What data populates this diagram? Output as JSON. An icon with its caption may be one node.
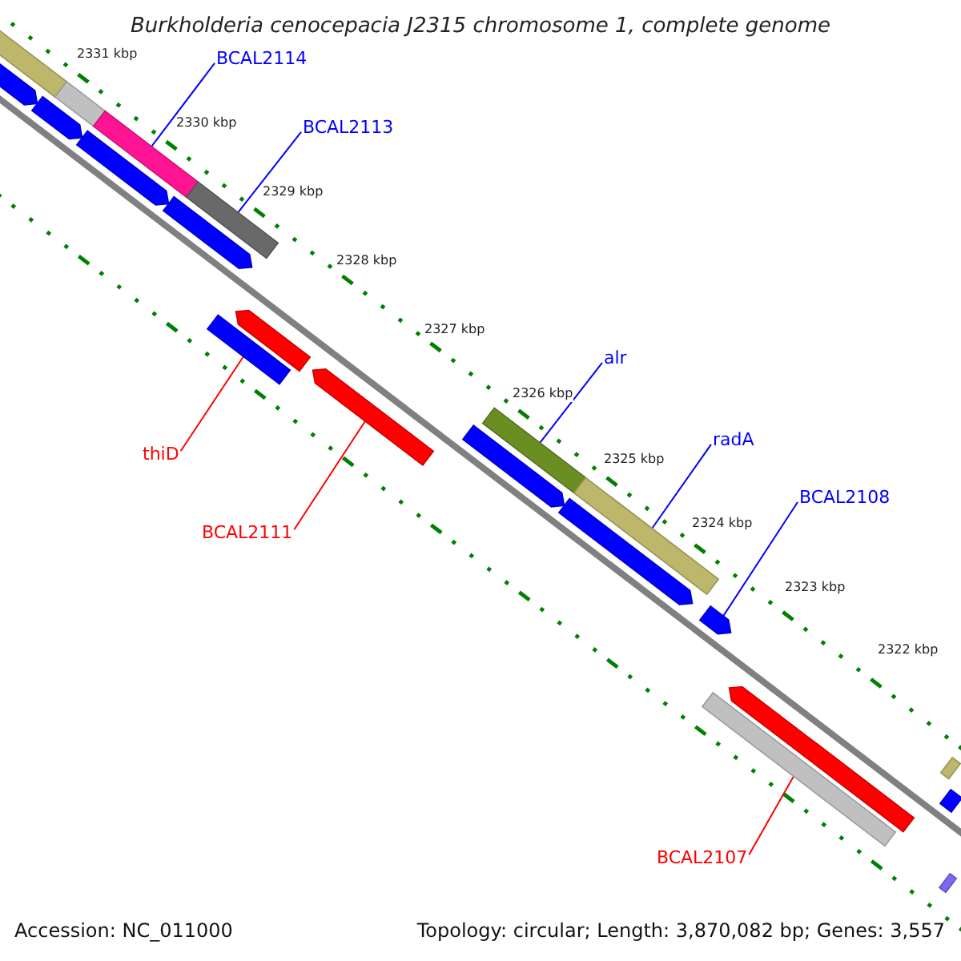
{
  "diagram": {
    "title": "Burkholderia cenocepacia J2315 chromosome 1, complete genome",
    "nodes": [
      {
        "text": [
          "BCAL2114"
        ]
      },
      {
        "text": [
          "BCAL2113"
        ]
      },
      {
        "text": [
          "alr"
        ]
      },
      {
        "text": [
          "radA"
        ]
      },
      {
        "text": [
          "BCAL2108"
        ]
      },
      {
        "text": [
          "thiD"
        ]
      },
      {
        "text": [
          "BCAL2111"
        ]
      },
      {
        "text": [
          "BCAL2107"
        ]
      },
      {
        "text": [],
        "shape": "bar"
      },
      {
        "text": [],
        "shape": "bar"
      },
      {
        "text": [],
        "shape": "bar"
      },
      {
        "text": [],
        "shape": "bar"
      },
      {
        "text": [],
        "shape": "bar"
      },
      {
        "text": [],
        "shape": "bar"
      },
      {
        "text": [],
        "shape": "bar"
      },
      {
        "text": [],
        "shape": "bar"
      },
      {
        "text": [],
        "shape": "bar"
      },
      {
        "text": [],
        "shape": "bar"
      },
      {
        "text": [],
        "shape": "bar"
      },
      {
        "text": [],
        "shape": "bar"
      },
      {
        "text": [],
        "shape": "bar"
      },
      {
        "text": [],
        "shape": "bar"
      },
      {
        "text": [],
        "shape": "bar"
      },
      {
        "text": [],
        "shape": "bar"
      },
      {
        "text": [],
        "shape": "bar"
      },
      {
        "text": [],
        "shape": "bar"
      },
      {
        "text": [],
        "shape": "bar"
      },
      {
        "text": [],
        "shape": "bar"
      },
      {
        "text": [],
        "shape": "bar"
      }
    ],
    "edges": [
      {
        "from": 0,
        "to": 12,
        "arrow": "none"
      },
      {
        "from": 1,
        "to": 15,
        "arrow": "none"
      },
      {
        "from": 2,
        "to": 20,
        "arrow": "none"
      },
      {
        "from": 3,
        "to": 21,
        "arrow": "none"
      },
      {
        "from": 4,
        "to": 23,
        "arrow": "none"
      },
      {
        "from": 5,
        "to": 16,
        "arrow": "none",
        "color": "#ff0000"
      },
      {
        "from": 6,
        "to": 18,
        "arrow": "none",
        "color": "#ff0000"
      },
      {
        "from": 7,
        "to": 24,
        "arrow": "none",
        "color": "#ff0000"
      }
    ],
    "labels": [
      "2331 kbp",
      "2330 kbp",
      "2329 kbp",
      "2328 kbp",
      "2327 kbp",
      "2326 kbp",
      "2325 kbp",
      "2324 kbp",
      "2323 kbp",
      "2322 kbp",
      "Accession: NC_011000",
      "Topology: circular; Length: 3,870,082 bp; Genes: 3,557"
    ]
  }
}
